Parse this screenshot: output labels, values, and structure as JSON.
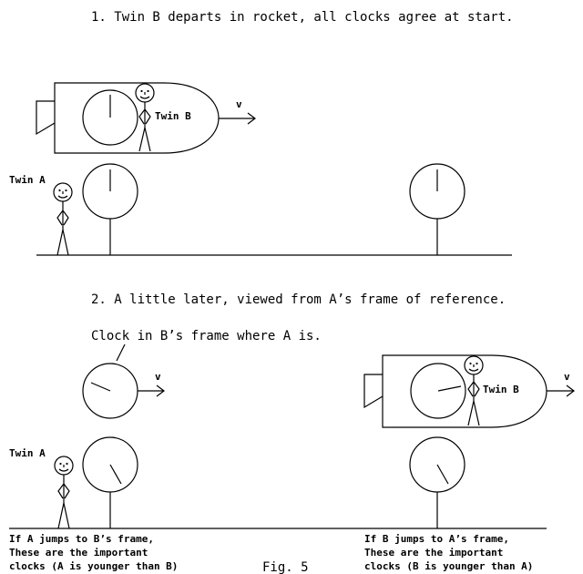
{
  "scene1": {
    "caption": "1. Twin B departs in rocket, all clocks agree at start.",
    "twin_b_label": "Twin B",
    "twin_a_label": "Twin A",
    "velocity_label": "v"
  },
  "scene2": {
    "caption": "2. A little later, viewed from A’s frame of reference.",
    "clock_note": "Clock in B’s frame where A is.",
    "velocity_label_left": "v",
    "velocity_label_right": "v",
    "twin_b_label": "Twin B",
    "twin_a_label": "Twin A"
  },
  "notes": {
    "left": [
      "If A jumps to B’s frame,",
      "These are the important",
      "clocks (A is younger than B)"
    ],
    "right": [
      "If B jumps to A’s frame,",
      "These are the important",
      "clocks (B is younger than A)"
    ]
  },
  "figure_label": "Fig. 5"
}
